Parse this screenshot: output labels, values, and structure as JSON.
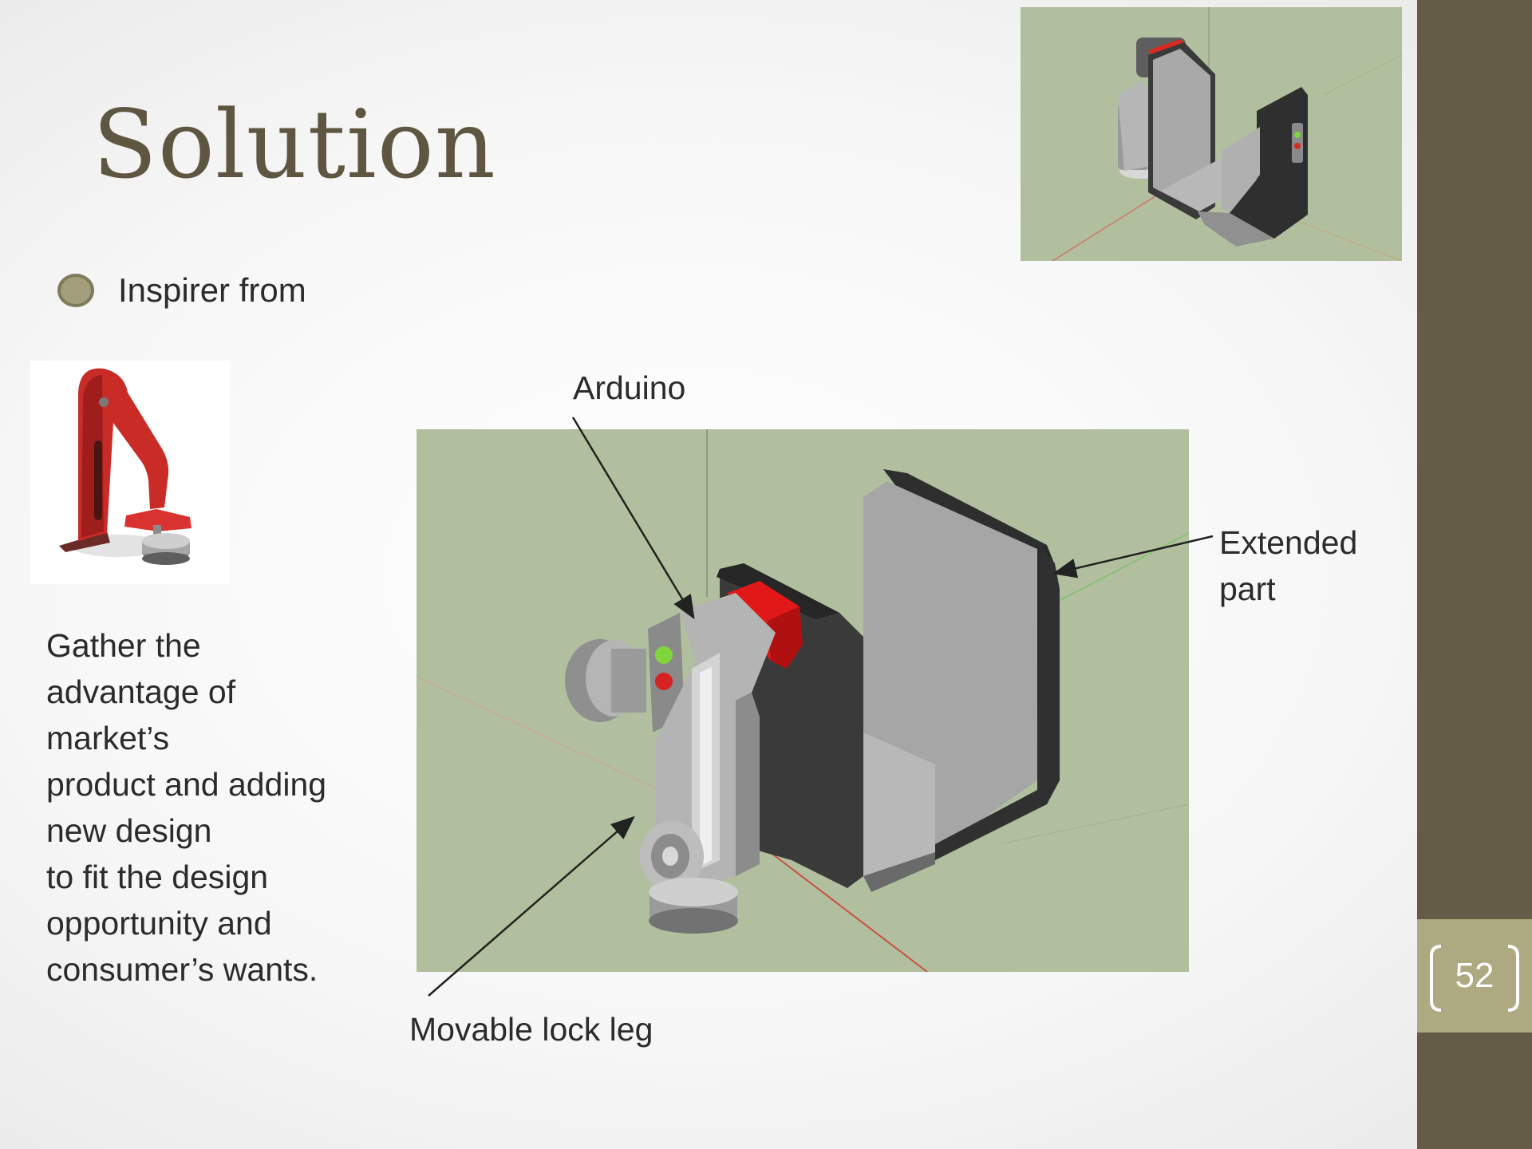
{
  "title": "Solution",
  "bullet": {
    "text": "Inspirer from"
  },
  "body": {
    "lines": [
      "Gather the",
      "advantage of",
      "market’s",
      "product and adding",
      "new design",
      "to fit the design",
      "opportunity and",
      "consumer’s wants."
    ]
  },
  "labels": {
    "arduino": "Arduino",
    "extended_line1": "Extended",
    "extended_line2": "part",
    "lock_leg": "Movable lock leg"
  },
  "page_number": "52",
  "colors": {
    "title": "#5e5640",
    "side_band": "#645c47",
    "page_box": "#ada981",
    "render_background": "#b2bf9f",
    "bullet": "#a29e7b"
  }
}
